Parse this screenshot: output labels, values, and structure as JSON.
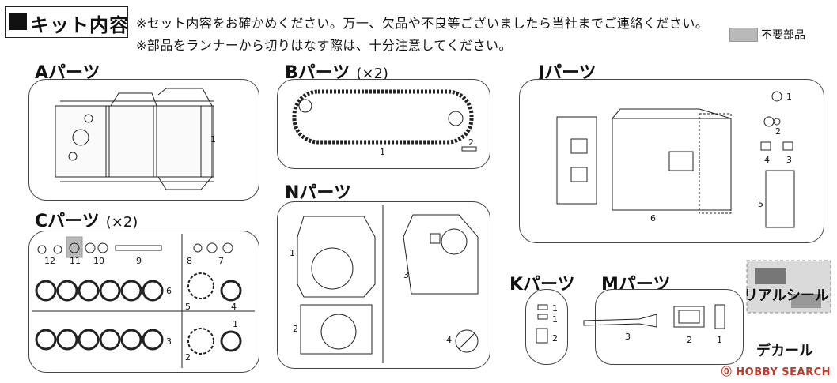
{
  "header": {
    "title": "キット内容",
    "note1": "※セット内容をお確かめください。万一、欠品や不良等ございましたら当社までご連絡ください。",
    "note2": "※部品をランナーから切りはなす際は、十分注意してください。",
    "legend_label": "不要部品"
  },
  "sections": {
    "A": {
      "title": "Aパーツ",
      "mult": ""
    },
    "B": {
      "title": "Bパーツ",
      "mult": "(×2)"
    },
    "C": {
      "title": "Cパーツ",
      "mult": "(×2)"
    },
    "N": {
      "title": "Nパーツ",
      "mult": ""
    },
    "J": {
      "title": "Jパーツ",
      "mult": ""
    },
    "K": {
      "title": "Kパーツ",
      "mult": ""
    },
    "M": {
      "title": "Mパーツ",
      "mult": ""
    }
  },
  "parts": {
    "a": [
      "1"
    ],
    "b": [
      "1",
      "2"
    ],
    "c": [
      "12",
      "11",
      "10",
      "9",
      "8",
      "7",
      "6",
      "5",
      "4",
      "3",
      "2",
      "1"
    ],
    "n": [
      "1",
      "2",
      "3",
      "4"
    ],
    "j": [
      "1",
      "2",
      "4",
      "3",
      "5",
      "6"
    ],
    "k": [
      "1",
      "1",
      "2"
    ],
    "m": [
      "3",
      "2",
      "1"
    ]
  },
  "extras": {
    "real_seal": "リアルシール",
    "decal": "デカール"
  },
  "watermark": {
    "brand": "HOBBY SEARCH"
  },
  "colors": {
    "unneeded": "#b9b9b9",
    "watermark": "#c0392b"
  }
}
